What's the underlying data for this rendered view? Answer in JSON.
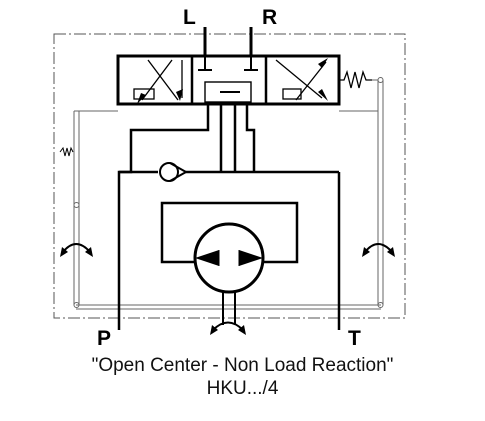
{
  "ports": {
    "left": "L",
    "right": "R",
    "pump": "P",
    "tank": "T"
  },
  "caption": {
    "title": "\"Open Center - Non Load Reaction\"",
    "model": "HKU.../4"
  },
  "colors": {
    "line": "#000000",
    "frame": "#444444",
    "background": "#ffffff"
  },
  "icons": [
    "check-valve-icon",
    "spring-icon",
    "motor-symbol-icon",
    "rotation-arrow-icon"
  ]
}
